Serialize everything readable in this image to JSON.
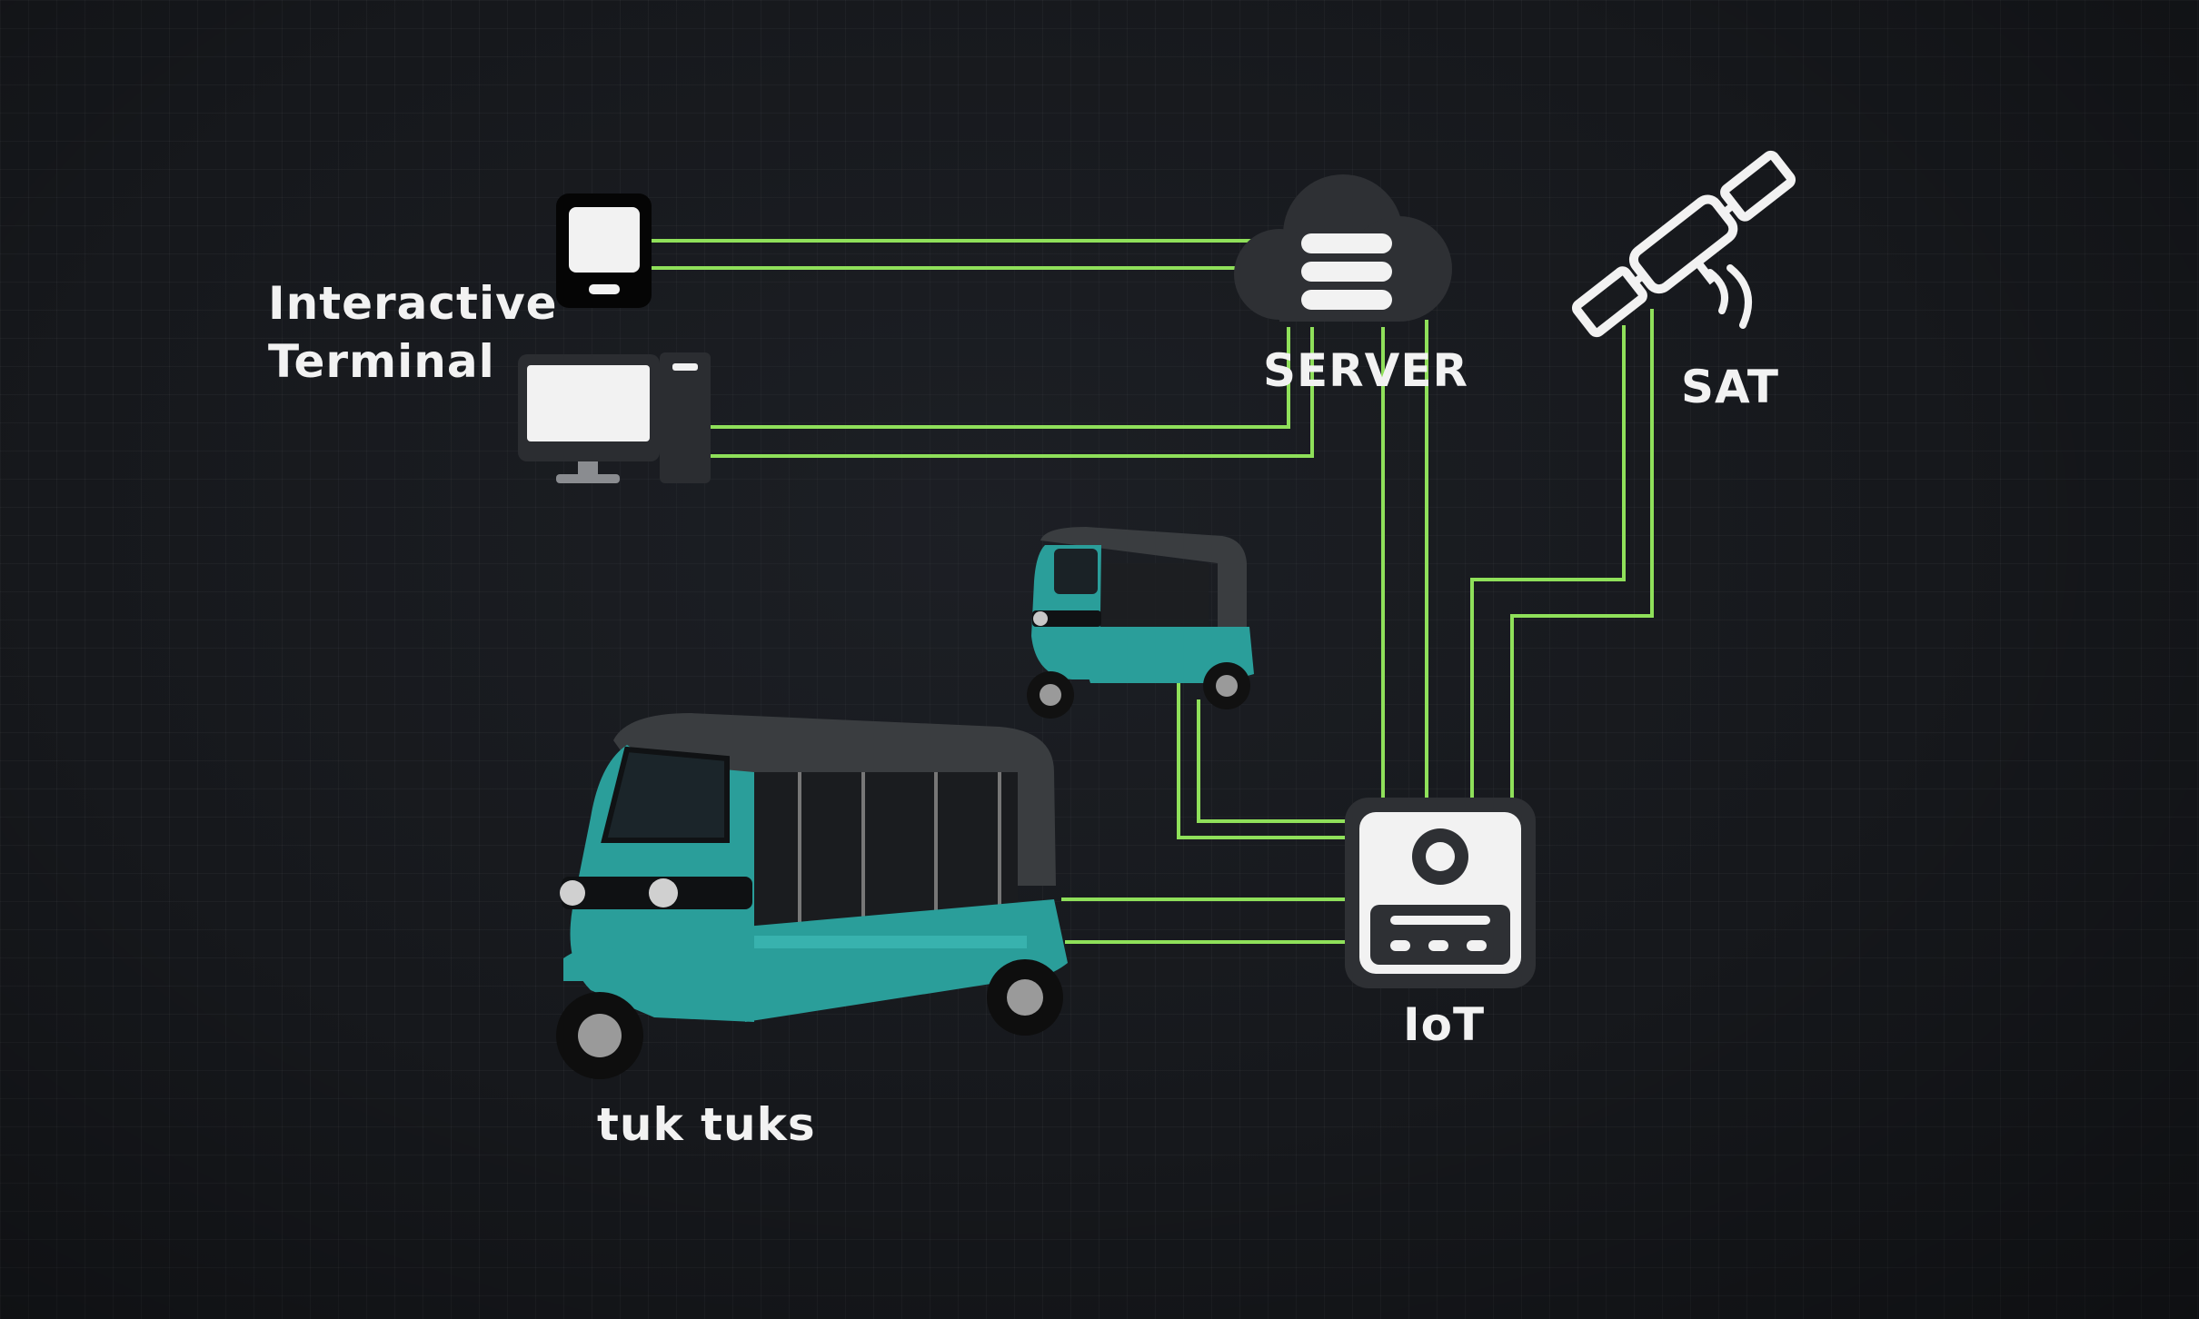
{
  "labels": {
    "interactive_terminal_line1": "Interactive",
    "interactive_terminal_line2": "Terminal",
    "server": "SERVER",
    "sat": "SAT",
    "iot": "IoT",
    "tuk_tuks": "tuk tuks"
  },
  "nodes": [
    {
      "id": "tablet",
      "icon": "tablet-icon"
    },
    {
      "id": "desktop",
      "icon": "desktop-computer-icon"
    },
    {
      "id": "server",
      "icon": "cloud-server-icon"
    },
    {
      "id": "satellite",
      "icon": "satellite-icon"
    },
    {
      "id": "iot",
      "icon": "iot-device-icon"
    },
    {
      "id": "tuk-tuk-small",
      "icon": "tuk-tuk-icon"
    },
    {
      "id": "tuk-tuk-large",
      "icon": "tuk-tuk-icon"
    }
  ],
  "connections": [
    {
      "from": "tablet",
      "to": "server"
    },
    {
      "from": "desktop",
      "to": "server"
    },
    {
      "from": "server",
      "to": "iot"
    },
    {
      "from": "satellite",
      "to": "iot"
    },
    {
      "from": "tuk-tuk-small",
      "to": "iot"
    },
    {
      "from": "tuk-tuk-large",
      "to": "iot"
    }
  ],
  "colors": {
    "background": "#16181c",
    "connection": "#8fe05a",
    "icon_dark": "#2b2d31",
    "icon_light": "#f2f2f2",
    "tuk_body": "#2a9e9a",
    "tuk_roof": "#3a3d40"
  }
}
